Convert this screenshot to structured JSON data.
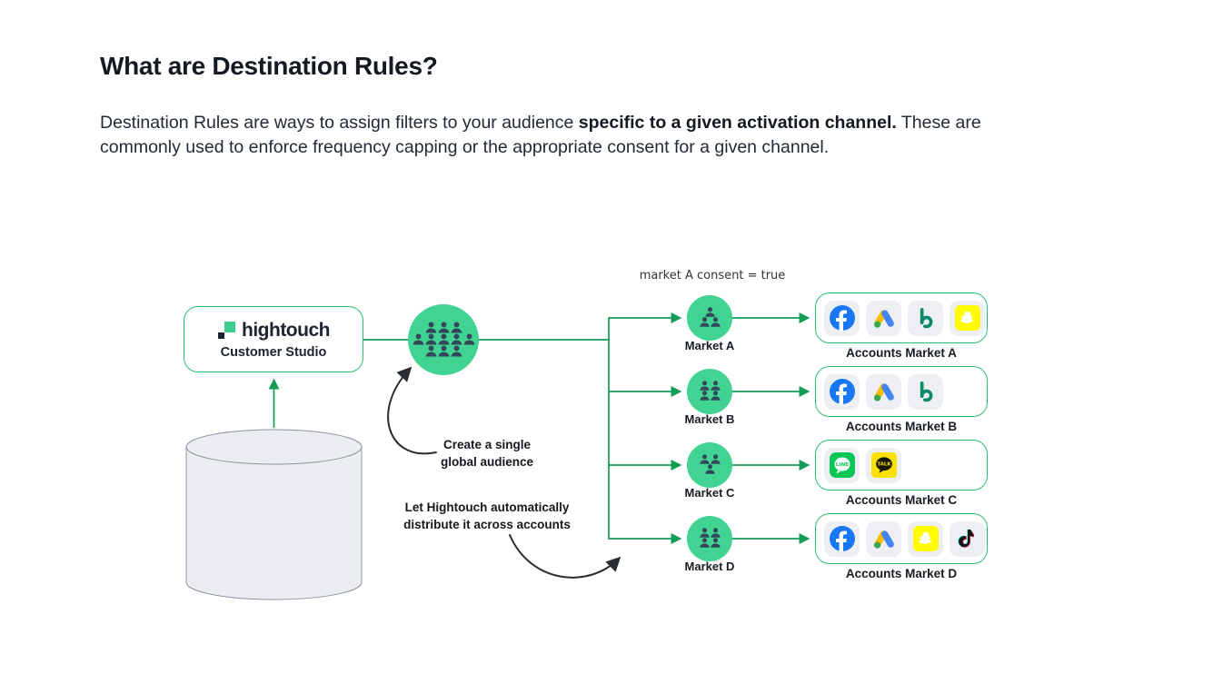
{
  "page": {
    "background": "#ffffff"
  },
  "header": {
    "title": "What are Destination Rules?"
  },
  "intro": {
    "before": "Destination Rules are ways to assign filters to your audience ",
    "bold": "specific to a given activation channel.",
    "after": " These are",
    "line2": "commonly used to enforce frequency capping or the appropriate consent for a given channel."
  },
  "diagram": {
    "source_box": {
      "logo_text": "hightouch",
      "subtitle": "Customer Studio"
    },
    "database": {
      "shape": "cylinder"
    },
    "audience": {
      "rows": [
        3,
        5,
        3
      ]
    },
    "annotations": {
      "consent": "market A consent = true",
      "create_line1": "Create a single",
      "create_line2": "global audience",
      "distribute_line1": "Let Hightouch automatically",
      "distribute_line2": "distribute it across accounts"
    },
    "markets": [
      {
        "label": "Market A",
        "people_rows": [
          1,
          2
        ],
        "accounts_label": "Accounts Market A",
        "icons": [
          "facebook",
          "google-ads",
          "bing",
          "snapchat"
        ]
      },
      {
        "label": "Market B",
        "people_rows": [
          2,
          2
        ],
        "accounts_label": "Accounts Market B",
        "icons": [
          "facebook",
          "google-ads",
          "bing"
        ]
      },
      {
        "label": "Market C",
        "people_rows": [
          2,
          1
        ],
        "accounts_label": "Accounts Market C",
        "icons": [
          "line",
          "kakaotalk"
        ]
      },
      {
        "label": "Market D",
        "people_rows": [
          2,
          2
        ],
        "accounts_label": "Accounts Market D",
        "icons": [
          "facebook",
          "google-ads",
          "snapchat",
          "tiktok"
        ]
      }
    ],
    "theme": {
      "green_line": "#149C56",
      "green_border": "#2CBE6F",
      "circle_fill": "#41D392",
      "people_color": "#33475B",
      "hightouch_green": "#3ECF8E",
      "facebook_blue": "#1877F2",
      "google_blue": "#4285F4",
      "google_yellow": "#FBBC04",
      "google_green": "#34A853",
      "bing_teal": "#0B8A6B",
      "snapchat_yellow": "#FFFC00",
      "line_green": "#06C755",
      "kakao_yellow": "#FAE100",
      "tiktok_cyan": "#25F4EE",
      "tiktok_pink": "#FE2C55",
      "text_dark": "#141A21"
    }
  }
}
